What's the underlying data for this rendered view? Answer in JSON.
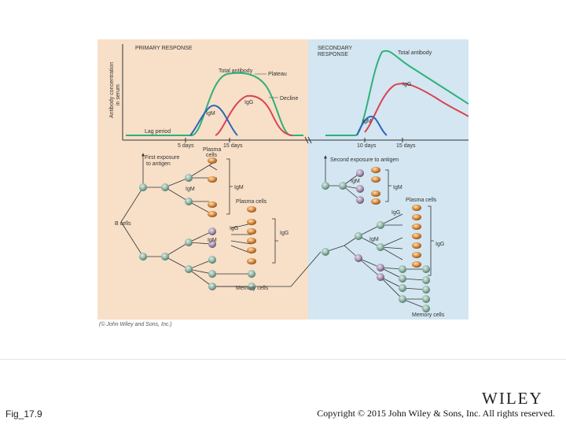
{
  "primary": {
    "heading": "PRIMARY RESPONSE",
    "ylabel_line1": "Antibody concentration",
    "ylabel_line2": "in serum",
    "total_antibody": "Total antibody",
    "plateau": "Plateau",
    "igg": "IgG",
    "igm": "IgM",
    "decline": "Decline",
    "lag_period": "Lag period",
    "day5": "5 days",
    "day15": "15 days",
    "exposure_line1": "First exposure",
    "exposure_line2": "to antigen",
    "plasma_cells_top_1": "Plasma",
    "plasma_cells_top_2": "cells",
    "igm_left": "IgM",
    "igm_right": "IgM",
    "plasma_cells_mid": "Plasma cells",
    "b_cells": "B cells",
    "igg_left": "IgG",
    "igg_right": "IgG",
    "igm_low": "IgM",
    "memory_cells": "Memory cells"
  },
  "secondary": {
    "heading_line1": "SECONDARY",
    "heading_line2": "RESPONSE",
    "total_antibody": "Total antibody",
    "igg": "IgG",
    "igm": "IgM",
    "day10": "10 days",
    "day15": "15 days",
    "exposure": "Second exposure to antigen",
    "igm_cell": "IgM",
    "igm_right": "IgM",
    "plasma_cells": "Plasma cells",
    "igg_cell": "IgG",
    "igm_low": "IgM",
    "igg_right": "IgG",
    "memory_cells": "Memory cells"
  },
  "credit": "(© John Wiley and Sons, Inc.)",
  "footer": {
    "figure_label": "Fig_17.9",
    "publisher": "WILEY",
    "copyright": "Copyright © 2015 John Wiley & Sons, Inc. All rights reserved."
  },
  "colors": {
    "primary_bg": "#f7dfc8",
    "secondary_bg": "#d3e6f1",
    "total_line": "#2fb07a",
    "igg_line": "#d9434f",
    "igm_line": "#2b66b8",
    "b_cell": "#8fb3a5",
    "plasma_igm": "#d98a3c",
    "memory": "#7fa38f"
  }
}
